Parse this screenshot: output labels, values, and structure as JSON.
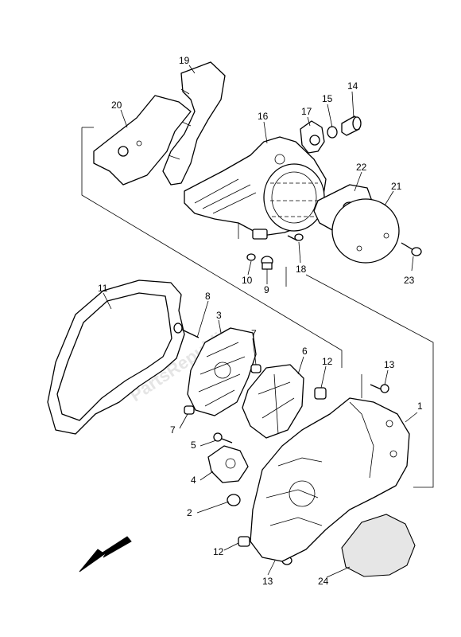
{
  "callouts": [
    "1",
    "2",
    "3",
    "4",
    "5",
    "6",
    "7",
    "7",
    "8",
    "9",
    "10",
    "11",
    "12",
    "12",
    "13",
    "13",
    "14",
    "15",
    "16",
    "17",
    "18",
    "19",
    "20",
    "21",
    "22",
    "23",
    "24"
  ],
  "watermark": "PartsRepublik",
  "direction_arrow": "front-direction-arrow-icon"
}
